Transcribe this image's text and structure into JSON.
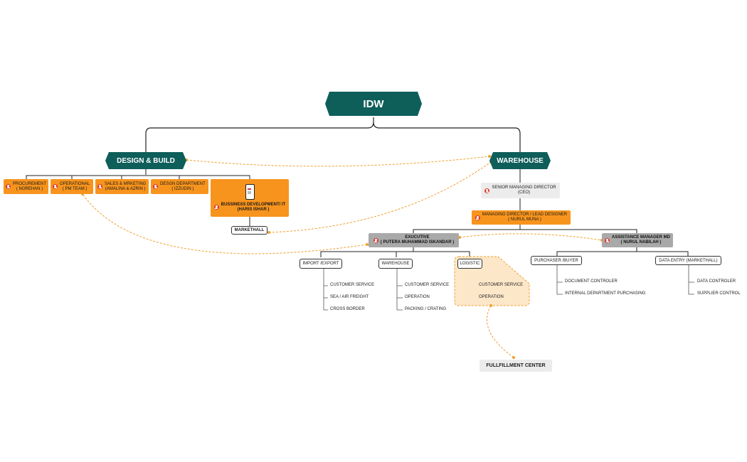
{
  "root": "IDW",
  "design_build": {
    "title": "DESIGN & BUILD",
    "procurement": [
      "PROCUREMENT",
      "( NOREHAN )"
    ],
    "operational": [
      "OPERATIONAL",
      "( PM TEAM )"
    ],
    "sales": [
      "SALES & MRKETING",
      "(AMALINA & AZRIN )"
    ],
    "design_dept": [
      "DESGN DEPARTMENT",
      "( IZZUDIN )"
    ],
    "business_dev": [
      "BUSSINESS DEVELOPMENT/ IT",
      "(HARIS ISHAR )"
    ],
    "markethall": "MARKETHALL"
  },
  "warehouse": {
    "title": "WAREHOUSE",
    "ceo": [
      "SENIOR MANAGING DIRECTOR",
      "(CEO)"
    ],
    "md": [
      "MANAGING DIRECTOR / LEAD DESIGNER",
      "( NURUL MUNA )"
    ],
    "executive": [
      "EXUCUTIVE",
      "( PUTERA MUHAMMAD ISKANDAR )"
    ],
    "assistant": [
      "ASSISTANCE MANAGER MD",
      "( NURUL NABILAH )"
    ],
    "import_export": {
      "title": "IMPORT /EXPORT",
      "items": [
        "CUSTOMER SERVICE",
        "SEA / AIR FREIGHT",
        "CROSS BORDER"
      ]
    },
    "warehouse_sub": {
      "title": "WAREHOUSE",
      "items": [
        "CUSTOMER SERVICE",
        "OPERATION",
        "PACKING / CRATING"
      ]
    },
    "logistic": {
      "title": "LOGISTIC",
      "items": [
        "CUSTOMER SERVICE",
        "OPERATION"
      ]
    },
    "purchaser": {
      "title": "PURCHASER /BUYER",
      "items": [
        "DOCUMENT CONTROLER",
        "INTERNAL  DEPARTMENT PURCHASING"
      ]
    },
    "data_entry": {
      "title": "DATA ENTRY (MARKETHALL)",
      "items": [
        "DATA CONTROLER",
        "SUPPLIER CONTROL"
      ]
    }
  },
  "fulfillment": "FULLFILLMENT CENTER",
  "colors": {
    "teal": "#0e5e5a",
    "orange": "#f7941d",
    "gray": "#a9a9a9",
    "dashed": "#f0a030"
  }
}
